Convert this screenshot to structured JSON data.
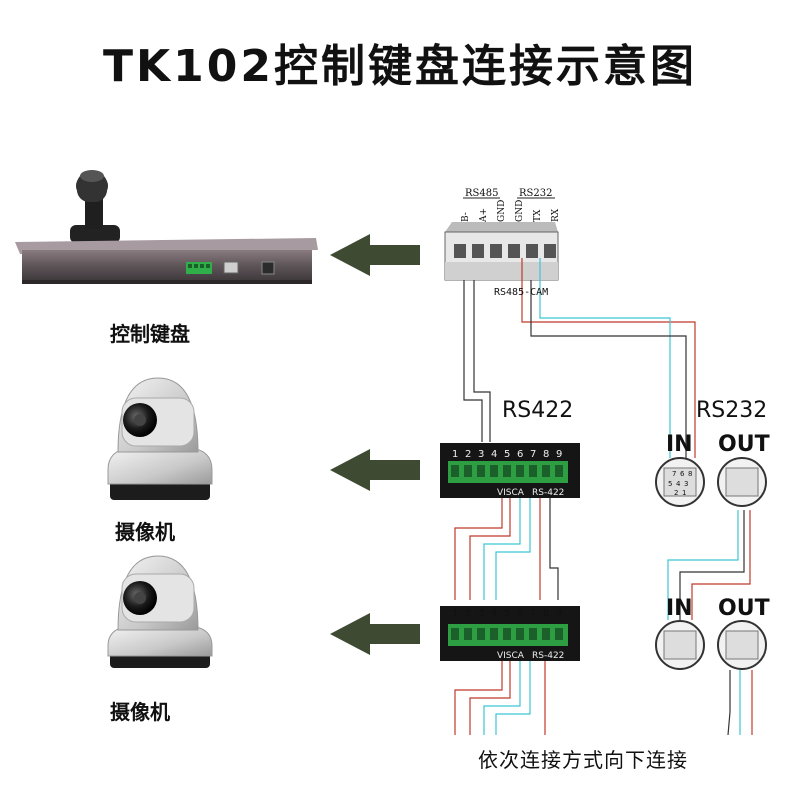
{
  "title": "TK102控制键盘连接示意图",
  "devices": {
    "keyboard_label": "控制键盘",
    "camera1_label": "摄像机",
    "camera2_label": "摄像机"
  },
  "terminal_block": {
    "group_rs485": "RS485",
    "group_rs232": "RS232",
    "pins": [
      "B-",
      "A+",
      "GND",
      "GND",
      "TX",
      "RX"
    ],
    "caption": "RS485-CAM"
  },
  "camera_ports": {
    "rs422_label": "RS422",
    "rs232_label": "RS232",
    "pin_numbers": [
      "1",
      "2",
      "3",
      "4",
      "5",
      "6",
      "7",
      "8",
      "9"
    ],
    "strip_caption_visca": "VISCA",
    "strip_caption_rs422": "RS-422",
    "in_label": "IN",
    "out_label": "OUT",
    "din_pins": [
      "7",
      "6",
      "8",
      "4",
      "3",
      "5",
      "2",
      "1"
    ]
  },
  "note": "依次连接方式向下连接",
  "colors": {
    "arrow": "#3e4a32",
    "wire_red": "#c0392b",
    "wire_cyan": "#3cc6d3",
    "wire_black": "#333333"
  }
}
